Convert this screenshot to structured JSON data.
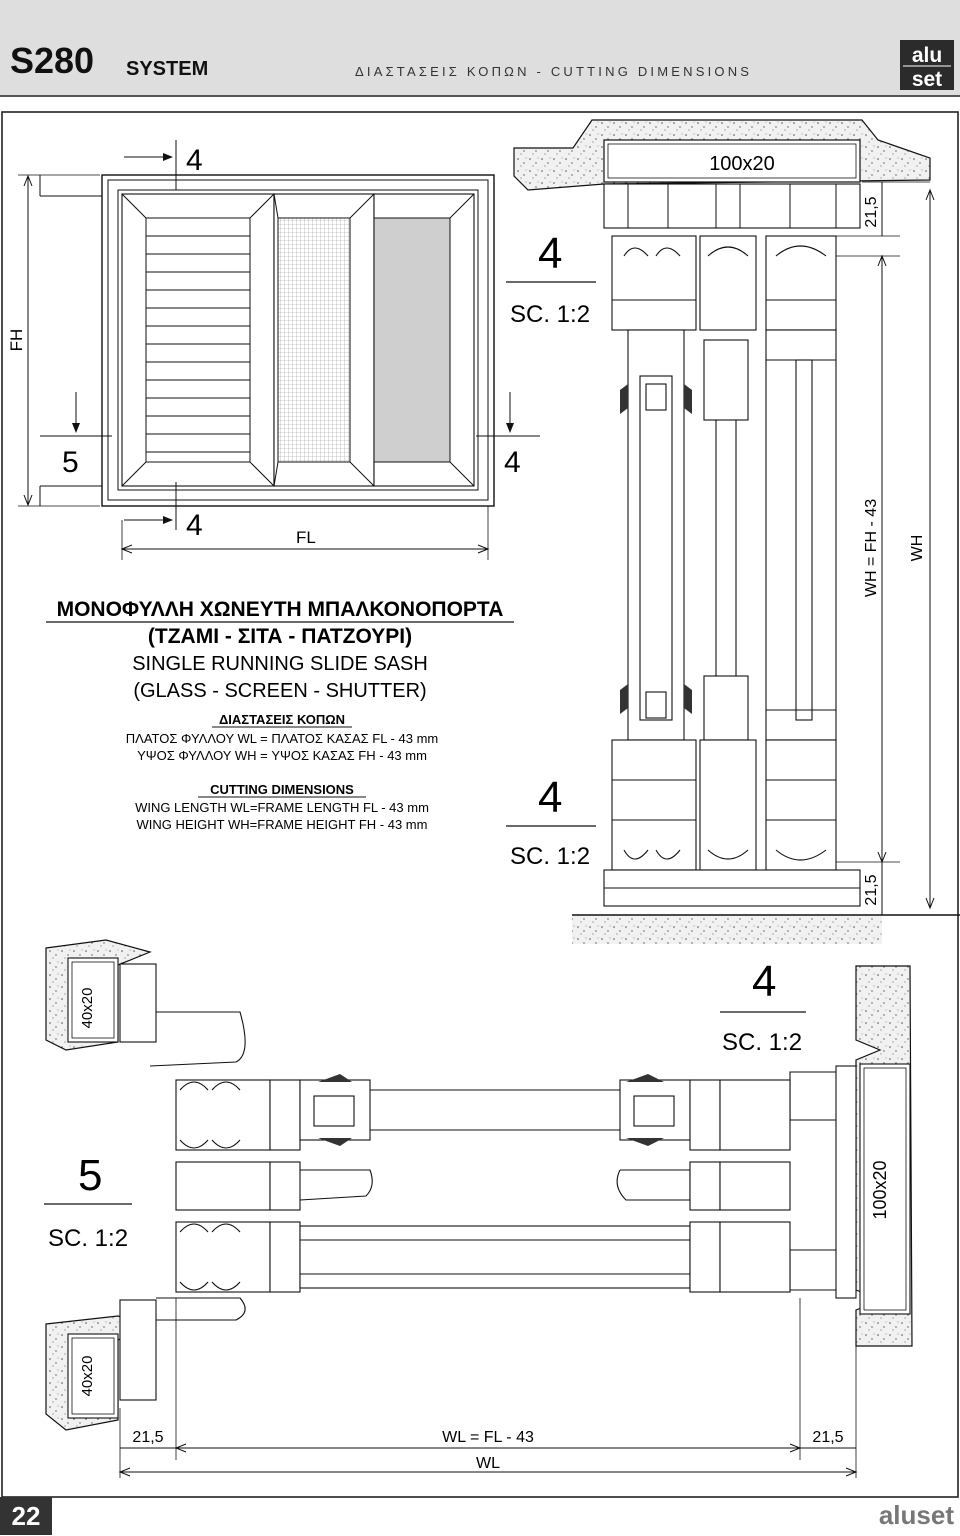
{
  "header": {
    "system_code": "S280",
    "system_word": "SYSTEM",
    "subtitle": "ΔΙΑΣΤΑΣΕΙΣ ΚΟΠΩΝ - CUTTING DIMENSIONS",
    "logo_line1": "alu",
    "logo_line2": "set"
  },
  "elevation": {
    "label_fh": "FH",
    "label_fl": "FL",
    "detail_top": "4",
    "detail_left": "5",
    "detail_right": "4",
    "detail_bottom": "4"
  },
  "caption": {
    "title_gr_1": "ΜΟΝΟΦΥΛΛΗ ΧΩΝΕΥΤΗ ΜΠΑΛΚΟΝΟΠΟΡΤΑ",
    "title_gr_2": "(ΤΖΑΜΙ - ΣΙΤΑ - ΠΑΤΖΟΥΡΙ)",
    "title_en_1": "SINGLE RUNNING SLIDE SASH",
    "title_en_2": "(GLASS - SCREEN - SHUTTER)",
    "dims_gr_head": "ΔΙΑΣΤΑΣΕΙΣ ΚΟΠΩΝ",
    "dims_gr_1": "ΠΛΑΤΟΣ ΦΥΛΛΟΥ WL = ΠΛΑΤΟΣ ΚΑΣΑΣ FL - 43 mm",
    "dims_gr_2": "ΥΨΟΣ ΦΥΛΛΟΥ WH = ΥΨΟΣ ΚΑΣΑΣ FH - 43 mm",
    "dims_en_head": "CUTTING DIMENSIONS",
    "dims_en_1": "WING LENGTH WL=FRAME LENGTH FL - 43 mm",
    "dims_en_2": "WING HEIGHT WH=FRAME HEIGHT FH - 43 mm"
  },
  "vertical_section": {
    "detail_top": "4",
    "scale_top": "SC. 1:2",
    "detail_bottom": "4",
    "scale_bottom": "SC. 1:2",
    "tube": "100x20",
    "offset_top": "21,5",
    "offset_bottom": "21,5",
    "wh_formula": "WH = FH - 43",
    "wh": "WH"
  },
  "horizontal_section": {
    "detail_right": "4",
    "scale_right": "SC. 1:2",
    "detail_left": "5",
    "scale_left": "SC. 1:2",
    "tube_left_top": "40x20",
    "tube_left_bottom": "40x20",
    "tube_right": "100x20",
    "offset_left": "21,5",
    "offset_right": "21,5",
    "wl_formula": "WL = FL - 43",
    "wl": "WL"
  },
  "footer": {
    "page_number": "22",
    "brand": "aluset"
  }
}
